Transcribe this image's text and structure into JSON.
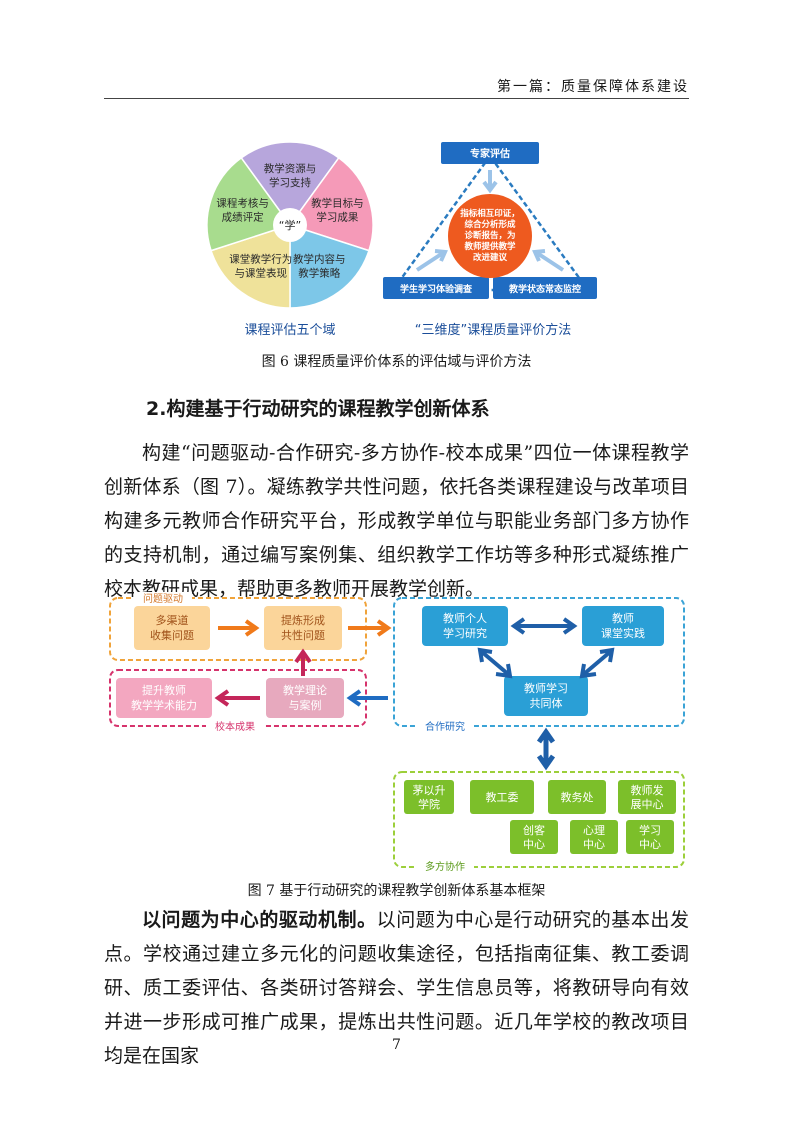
{
  "header": "第一篇：质量保障体系建设",
  "figure6": {
    "wheel": {
      "center": "“学”",
      "segments": [
        {
          "line1": "教学资源与",
          "line2": "学习支持",
          "color": "#b7a6dc"
        },
        {
          "line1": "教学目标与",
          "line2": "学习成果",
          "color": "#f59ab8"
        },
        {
          "line1": "教学内容与",
          "line2": "教学策略",
          "color": "#7dc7e8"
        },
        {
          "line1": "课堂教学行为",
          "line2": "与课堂表现",
          "color": "#efe29a"
        },
        {
          "line1": "课程考核与",
          "line2": "成绩评定",
          "color": "#a8dc8e"
        }
      ],
      "label": "课程评估五个域"
    },
    "triangle": {
      "top": "专家评估",
      "left": "学生学习体验调查",
      "right": "教学状态常态监控",
      "center_lines": [
        "指标相互印证，",
        "综合分析形成",
        "诊断报告，为",
        "教师提供教学",
        "改进建议"
      ],
      "label": "“三维度”课程质量评价方法"
    },
    "caption": "图 6  课程质量评价体系的评估域与评价方法"
  },
  "heading": "2.构建基于行动研究的课程教学创新体系",
  "para1": "构建“问题驱动-合作研究-多方协作-校本成果”四位一体课程教学创新体系（图 7）。凝练教学共性问题，依托各类课程建设与改革项目构建多元教师合作研究平台，形成教学单位与职能业务部门多方协作的支持机制，通过编写案例集、组织教学工作坊等多种形式凝练推广校本教研成果，帮助更多教师开展教学创新。",
  "figure7": {
    "group_problem": "问题驱动",
    "group_cooperate": "合作研究",
    "group_school": "校本成果",
    "group_multi": "多方协作",
    "box_collect": [
      "多渠道",
      "收集问题"
    ],
    "box_refine": [
      "提炼形成",
      "共性问题"
    ],
    "box_theory": [
      "教学理论",
      "与案例"
    ],
    "box_improve": [
      "提升教师",
      "教学学术能力"
    ],
    "box_personal": [
      "教师个人",
      "学习研究"
    ],
    "box_practice": [
      "教师",
      "课堂实践"
    ],
    "box_community": [
      "教师学习",
      "共同体"
    ],
    "units": [
      [
        "茅以升",
        "学院"
      ],
      [
        "教工委"
      ],
      [
        "教务处"
      ],
      [
        "教师发",
        "展中心"
      ],
      [
        "创客",
        "中心"
      ],
      [
        "心理",
        "中心"
      ],
      [
        "学习",
        "中心"
      ]
    ],
    "caption": "图 7  基于行动研究的课程教学创新体系基本框架"
  },
  "para2_bold": "以问题为中心的驱动机制。",
  "para2": "以问题为中心是行动研究的基本出发点。学校通过建立多元化的问题收集途径，包括指南征集、教工委调研、质工委评估、各类研讨答辩会、学生信息员等，将教研导向有效并进一步形成可推广成果，提炼出共性问题。近几年学校的教改项目均是在国家",
  "page_number": "7"
}
